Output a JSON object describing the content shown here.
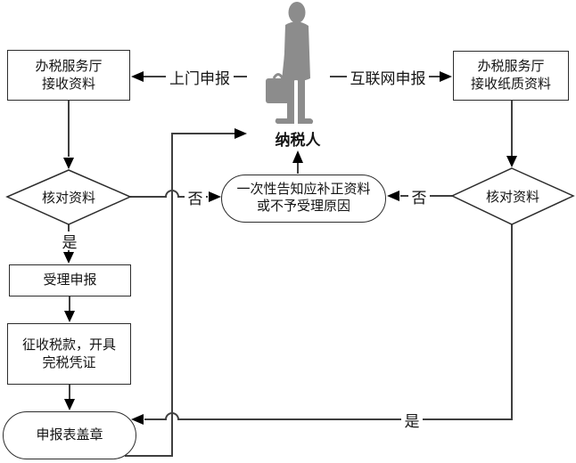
{
  "canvas": {
    "background": "#ffffff",
    "line_color": "#3f3f3f",
    "border_color": "#2d2d2d",
    "person_color": "#8c8c8c"
  },
  "nodes": {
    "hall_left": {
      "line1": "办税服务厅",
      "line2": "接收资料"
    },
    "hall_right": {
      "line1": "办税服务厅",
      "line2": "接收纸质资料"
    },
    "taxpayer": {
      "label": "纳税人"
    },
    "check_left": {
      "label": "核对资料"
    },
    "check_right": {
      "label": "核对资料"
    },
    "notify": {
      "line1": "一次性告知应补正资料",
      "line2": "或不予受理原因"
    },
    "accept": {
      "label": "受理申报"
    },
    "collect": {
      "line1": "征收税款，开具",
      "line2": "完税凭证"
    },
    "stamp": {
      "label": "申报表盖章"
    }
  },
  "edges": {
    "onsite": "上门申报",
    "internet": "互联网申报",
    "no_left": "否",
    "no_right": "否",
    "yes_left": "是",
    "yes_right": "是"
  }
}
